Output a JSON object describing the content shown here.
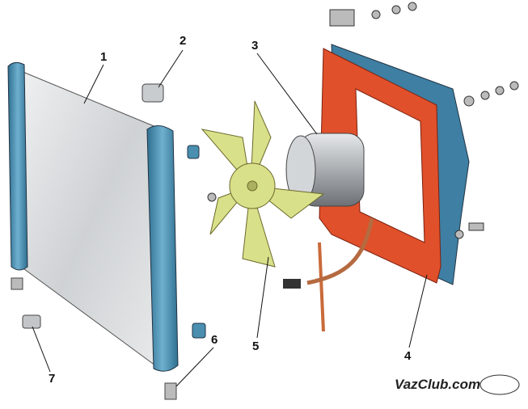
{
  "callouts": [
    "1",
    "2",
    "3",
    "4",
    "5",
    "6",
    "7"
  ],
  "watermark": "VazClub.com",
  "colors": {
    "radiator_tank": "#4a8fb0",
    "radiator_core": "#d8dadc",
    "fan_blade": "#d9e08a",
    "shroud": "#e0502a",
    "motor": "#b8bcc0"
  }
}
